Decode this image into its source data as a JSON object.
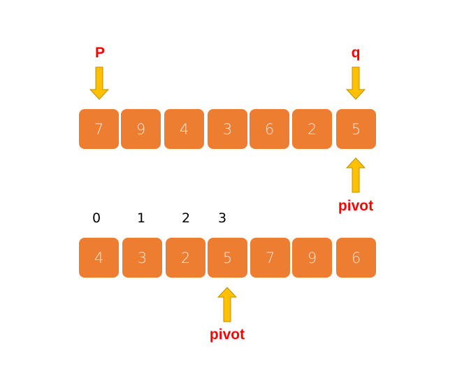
{
  "top_row": {
    "values": [
      "7",
      "9",
      "4",
      "3",
      "6",
      "2",
      "5"
    ]
  },
  "bottom_row": {
    "values": [
      "4",
      "3",
      "2",
      "5",
      "7",
      "9",
      "6"
    ],
    "indices": [
      "0",
      "1",
      "2",
      "3"
    ]
  },
  "labels": {
    "p": "P",
    "q": "q",
    "pivot_top": "pivot",
    "pivot_bottom": "pivot"
  },
  "colors": {
    "box": "#ED7D31",
    "arrow": "#FFC000",
    "arrow_stroke": "#BF9000",
    "label": "#FF0000"
  }
}
